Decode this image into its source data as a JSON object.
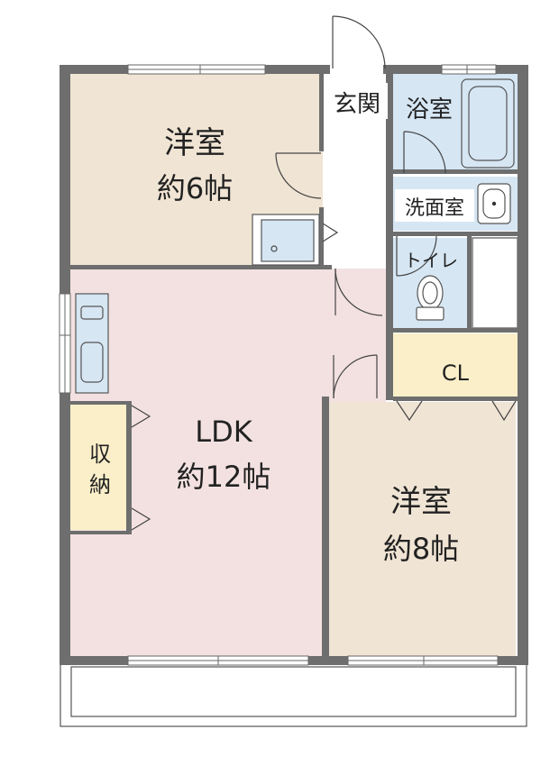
{
  "rooms": {
    "bedroom_north": {
      "name": "洋室",
      "size": "約6帖"
    },
    "entrance": {
      "name": "玄関"
    },
    "bath": {
      "name": "浴室"
    },
    "washroom": {
      "name": "洗面室"
    },
    "toilet": {
      "name": "トイレ"
    },
    "ldk": {
      "name": "LDK",
      "size": "約12帖"
    },
    "storage": {
      "name_line1": "収",
      "name_line2": "納"
    },
    "closet": {
      "name": "CL"
    },
    "bedroom_south": {
      "name": "洋室",
      "size": "約8帖"
    }
  },
  "colors": {
    "bedroom": "#f0e4d4",
    "ldk": "#f3e1e1",
    "wet_area": "#d6e6f3",
    "closet": "#fbefc9",
    "wall": "#6e6e6e",
    "floor_white": "#ffffff"
  }
}
